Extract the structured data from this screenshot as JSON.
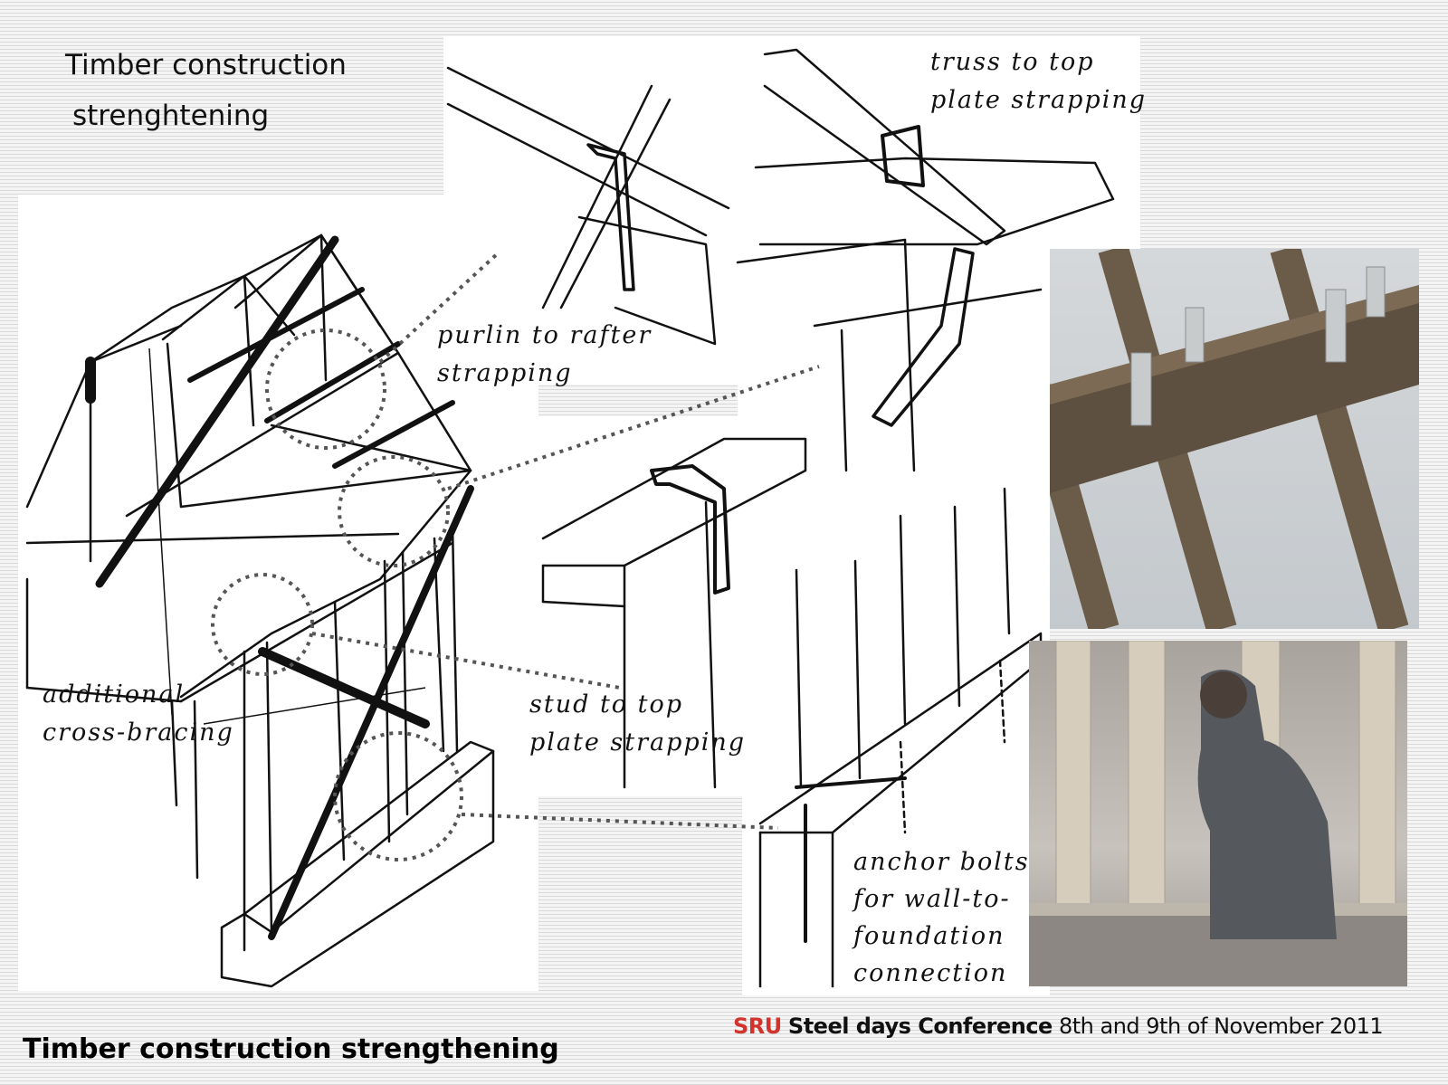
{
  "title_top": [
    "Timber construction",
    "strenghtening"
  ],
  "title_bottom": "Timber construction strengthening",
  "footer": {
    "brand": "SRU",
    "event": "Steel days Conference",
    "dates": "8th and 9th of November 2011",
    "brand_color": "#d0342c"
  },
  "labels": {
    "purlin": [
      "purlin to rafter",
      "strapping"
    ],
    "truss": [
      "truss to top",
      "plate strapping"
    ],
    "bracing": [
      "additional",
      "cross-bracing"
    ],
    "stud": [
      "stud to top",
      "plate strapping"
    ],
    "anchor": [
      "anchor bolts",
      "for wall-to-",
      "foundation",
      "connection"
    ]
  },
  "photos": {
    "rafters": "rafter-straps-photo",
    "framing": "wall-framing-photo"
  }
}
